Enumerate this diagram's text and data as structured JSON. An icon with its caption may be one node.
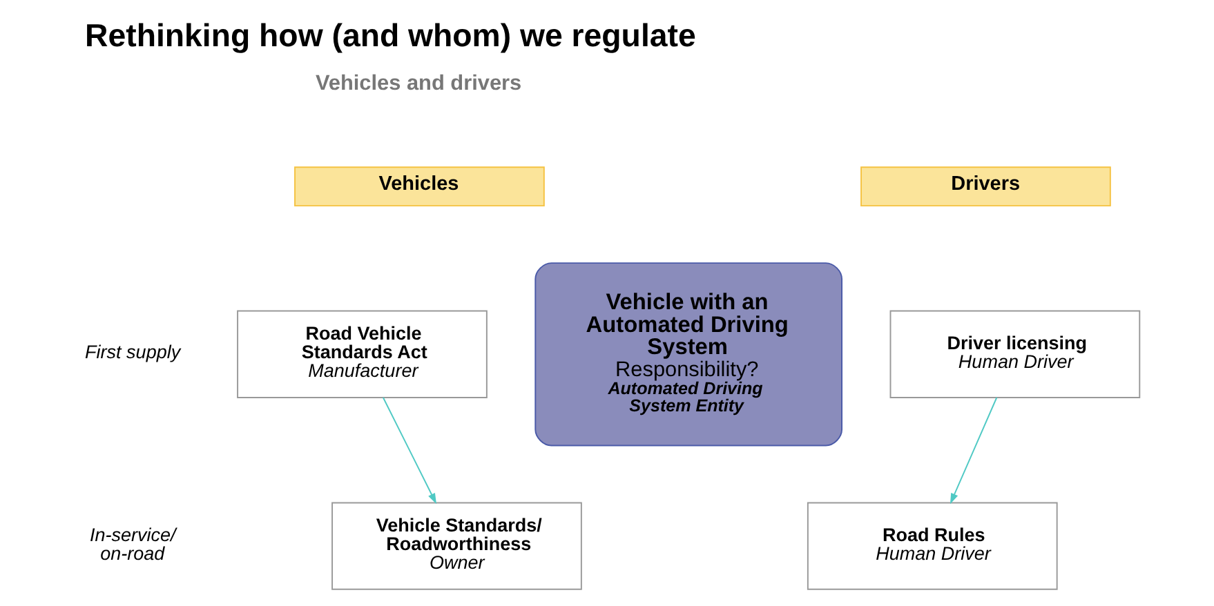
{
  "diagram": {
    "title": "Rethinking how (and whom) we regulate",
    "nodes": [
      {
        "text": [
          "Vehicles"
        ]
      },
      {
        "text": [
          "Drivers"
        ]
      },
      {
        "text": [
          "Road Vehicle Standards Act",
          "Manufacturer"
        ]
      },
      {
        "text": [
          "Vehicle Standards/ Roadworthiness",
          "Owner"
        ]
      },
      {
        "text": [
          "Driver licensing",
          "Human Driver"
        ]
      },
      {
        "text": [
          "Road Rules",
          "Human Driver"
        ]
      },
      {
        "text": [
          "Vehicle with an Automated Driving System",
          "Responsibility?",
          "Automated Driving System Entity"
        ]
      }
    ],
    "edges": [
      {
        "from": 2,
        "to": 3,
        "arrow": "to"
      },
      {
        "from": 4,
        "to": 5,
        "arrow": "to"
      }
    ],
    "labels": [
      "Vehicles and drivers",
      "First supply",
      "In-service/ on-road"
    ]
  }
}
